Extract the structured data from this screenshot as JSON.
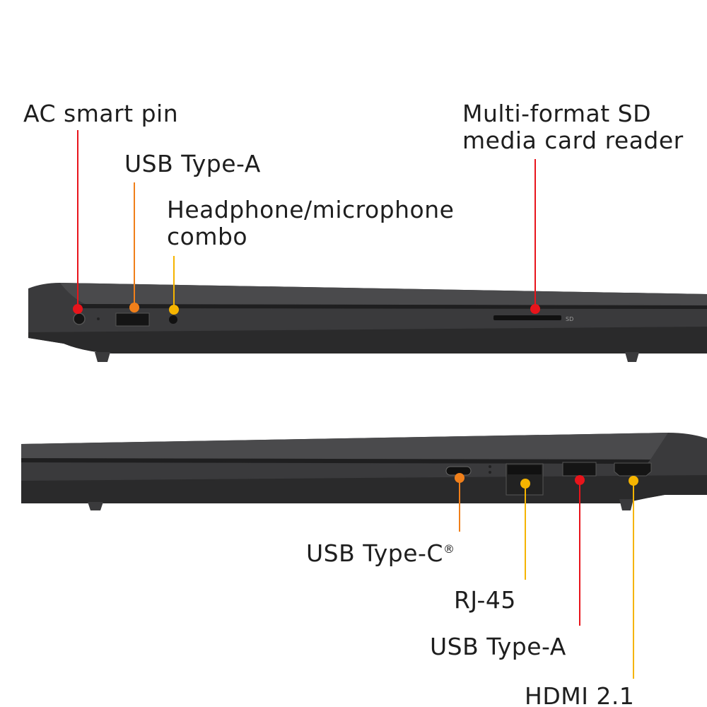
{
  "top_view": {
    "callouts": [
      {
        "id": "ac",
        "lines": [
          "AC smart pin"
        ],
        "color": "#e8141b"
      },
      {
        "id": "usba1",
        "lines": [
          "USB Type-A"
        ],
        "color": "#f07f1a"
      },
      {
        "id": "audio",
        "lines": [
          "Headphone/microphone",
          "combo"
        ],
        "color": "#f5b400"
      },
      {
        "id": "sd",
        "lines": [
          "Multi-format SD",
          "media card reader"
        ],
        "color": "#e8141b"
      }
    ],
    "sd_port_marking": "SD"
  },
  "bottom_view": {
    "callouts": [
      {
        "id": "usbc",
        "lines": [
          "USB Type-C"
        ],
        "suffix": "®",
        "color": "#f07f1a"
      },
      {
        "id": "rj45",
        "lines": [
          "RJ-45"
        ],
        "color": "#f5b400"
      },
      {
        "id": "usba2",
        "lines": [
          "USB Type-A"
        ],
        "color": "#e8141b"
      },
      {
        "id": "hdmi",
        "lines": [
          "HDMI 2.1"
        ],
        "color": "#f5b400"
      }
    ]
  }
}
